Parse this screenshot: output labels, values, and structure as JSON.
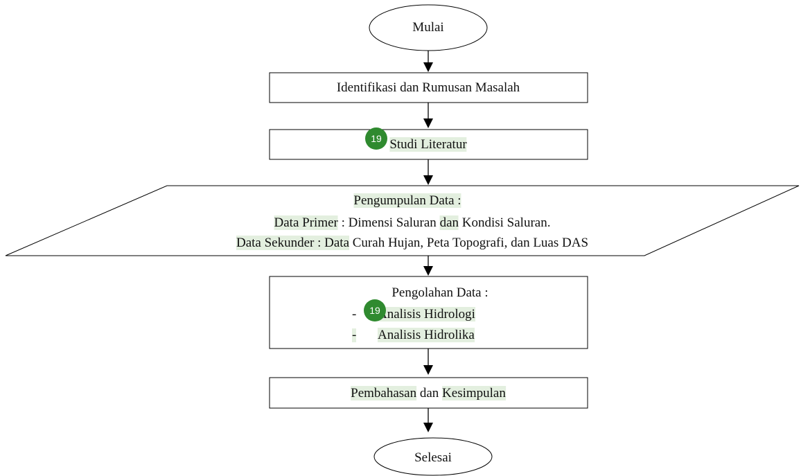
{
  "flowchart": {
    "start": "Mulai",
    "step1": "Identifikasi dan Rumusan Masalah",
    "step2": "Studi Literatur",
    "data_collection": {
      "title": "Pengumpulan Data :",
      "primer_label": "Data Primer",
      "primer_rest": " : Dimensi Saluran ",
      "primer_dan": "dan",
      "primer_end": " Kondisi Saluran.",
      "sekunder_label": "Data Sekunder : Data",
      "sekunder_rest": " Curah Hujan, Peta Topografi, dan Luas DAS"
    },
    "processing": {
      "title": "Pengolahan Data :",
      "bullet": "-",
      "item1": "Analisis Hidrologi",
      "item2": "Analisis Hidrolika"
    },
    "step4_a": "Pembahasan",
    "step4_b": " dan ",
    "step4_c": "Kesimpulan",
    "end": "Selesai"
  },
  "badges": {
    "b1": "19",
    "b2": "19"
  },
  "colors": {
    "highlight": "#e3efdf",
    "badge": "#2f8a2f",
    "line": "#000000"
  }
}
